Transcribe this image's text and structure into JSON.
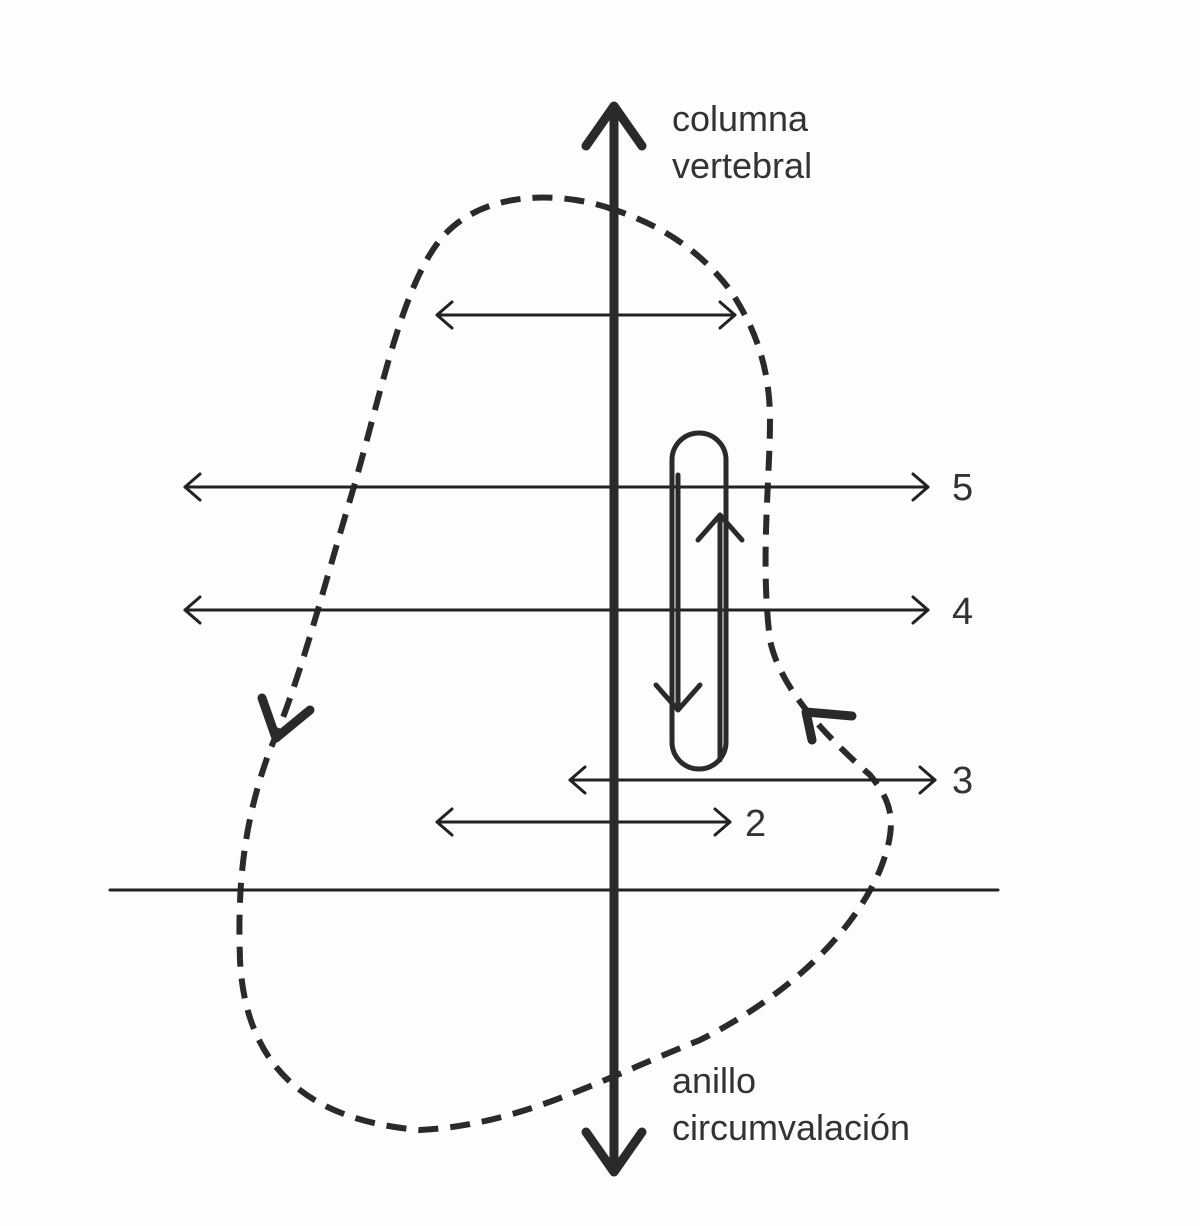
{
  "labels": {
    "top_line1": "columna",
    "top_line2": "vertebral",
    "bottom_line1": "anillo",
    "bottom_line2": "circumvalación"
  },
  "axis_numbers": {
    "n5": "5",
    "n4": "4",
    "n3": "3",
    "n2": "2"
  }
}
